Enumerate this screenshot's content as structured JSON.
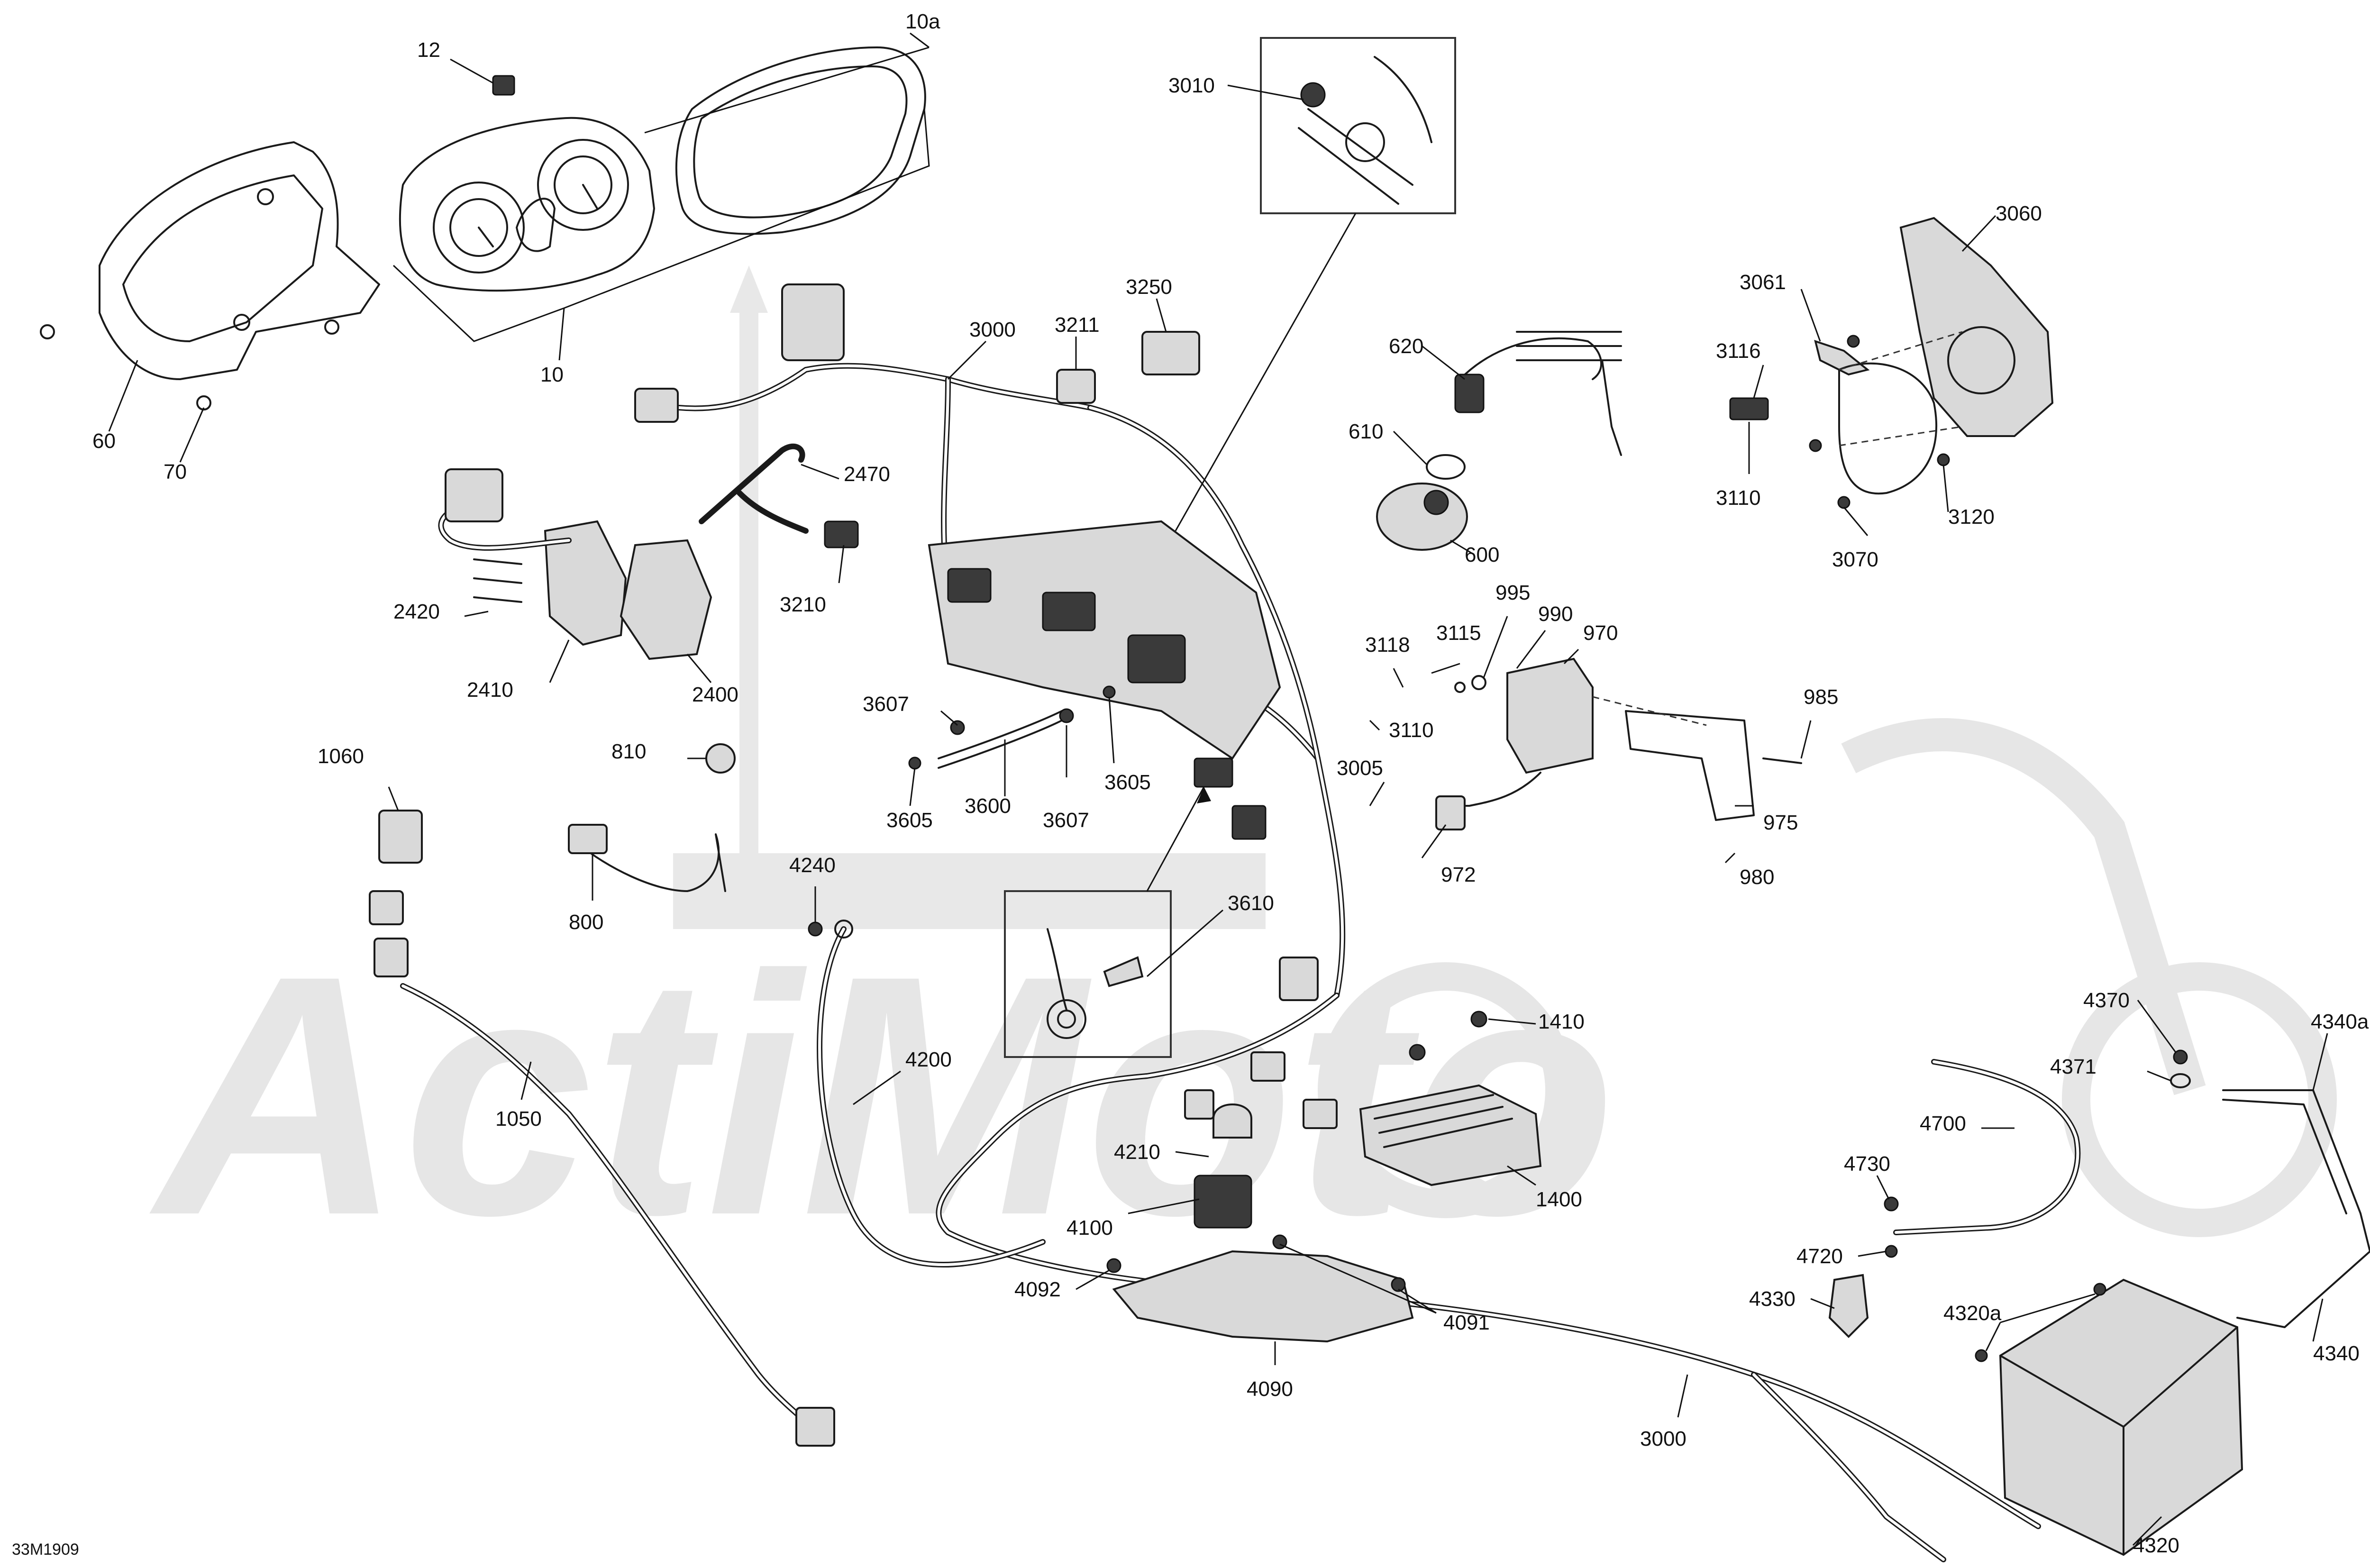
{
  "drawing_code": "33M1909",
  "watermark": "ActiMoto",
  "callouts": [
    {
      "id": "c10a",
      "text": "10a"
    },
    {
      "id": "c12",
      "text": "12"
    },
    {
      "id": "c10",
      "text": "10"
    },
    {
      "id": "c60",
      "text": "60"
    },
    {
      "id": "c70",
      "text": "70"
    },
    {
      "id": "c3010",
      "text": "3010"
    },
    {
      "id": "c3000a",
      "text": "3000"
    },
    {
      "id": "c3211",
      "text": "3211"
    },
    {
      "id": "c3250",
      "text": "3250"
    },
    {
      "id": "c620",
      "text": "620"
    },
    {
      "id": "c610",
      "text": "610"
    },
    {
      "id": "c600",
      "text": "600"
    },
    {
      "id": "c3060",
      "text": "3060"
    },
    {
      "id": "c3061",
      "text": "3061"
    },
    {
      "id": "c3116",
      "text": "3116"
    },
    {
      "id": "c3110a",
      "text": "3110"
    },
    {
      "id": "c3120",
      "text": "3120"
    },
    {
      "id": "c3070",
      "text": "3070"
    },
    {
      "id": "c2470",
      "text": "2470"
    },
    {
      "id": "c3210",
      "text": "3210"
    },
    {
      "id": "c2420",
      "text": "2420"
    },
    {
      "id": "c2410",
      "text": "2410"
    },
    {
      "id": "c2400",
      "text": "2400"
    },
    {
      "id": "c995",
      "text": "995"
    },
    {
      "id": "c990",
      "text": "990"
    },
    {
      "id": "c970",
      "text": "970"
    },
    {
      "id": "c3118",
      "text": "3118"
    },
    {
      "id": "c3115",
      "text": "3115"
    },
    {
      "id": "c3110b",
      "text": "3110"
    },
    {
      "id": "c985",
      "text": "985"
    },
    {
      "id": "c3607a",
      "text": "3607"
    },
    {
      "id": "c3605a",
      "text": "3605"
    },
    {
      "id": "c3600",
      "text": "3600"
    },
    {
      "id": "c3607b",
      "text": "3607"
    },
    {
      "id": "c3605b",
      "text": "3605"
    },
    {
      "id": "c3005",
      "text": "3005"
    },
    {
      "id": "c975",
      "text": "975"
    },
    {
      "id": "c972",
      "text": "972"
    },
    {
      "id": "c980",
      "text": "980"
    },
    {
      "id": "c1060",
      "text": "1060"
    },
    {
      "id": "c810",
      "text": "810"
    },
    {
      "id": "c800",
      "text": "800"
    },
    {
      "id": "c4240",
      "text": "4240"
    },
    {
      "id": "c3610",
      "text": "3610"
    },
    {
      "id": "c1410",
      "text": "1410"
    },
    {
      "id": "c4370",
      "text": "4370"
    },
    {
      "id": "c4340a",
      "text": "4340a"
    },
    {
      "id": "c4371",
      "text": "4371"
    },
    {
      "id": "c4200",
      "text": "4200"
    },
    {
      "id": "c1050",
      "text": "1050"
    },
    {
      "id": "c4700",
      "text": "4700"
    },
    {
      "id": "c4210",
      "text": "4210"
    },
    {
      "id": "c4730",
      "text": "4730"
    },
    {
      "id": "c1400",
      "text": "1400"
    },
    {
      "id": "c4100",
      "text": "4100"
    },
    {
      "id": "c4720",
      "text": "4720"
    },
    {
      "id": "c4092",
      "text": "4092"
    },
    {
      "id": "c4091",
      "text": "4091"
    },
    {
      "id": "c4330",
      "text": "4330"
    },
    {
      "id": "c4320a",
      "text": "4320a"
    },
    {
      "id": "c4340",
      "text": "4340"
    },
    {
      "id": "c4090",
      "text": "4090"
    },
    {
      "id": "c3000b",
      "text": "3000"
    },
    {
      "id": "c4320",
      "text": "4320"
    }
  ]
}
